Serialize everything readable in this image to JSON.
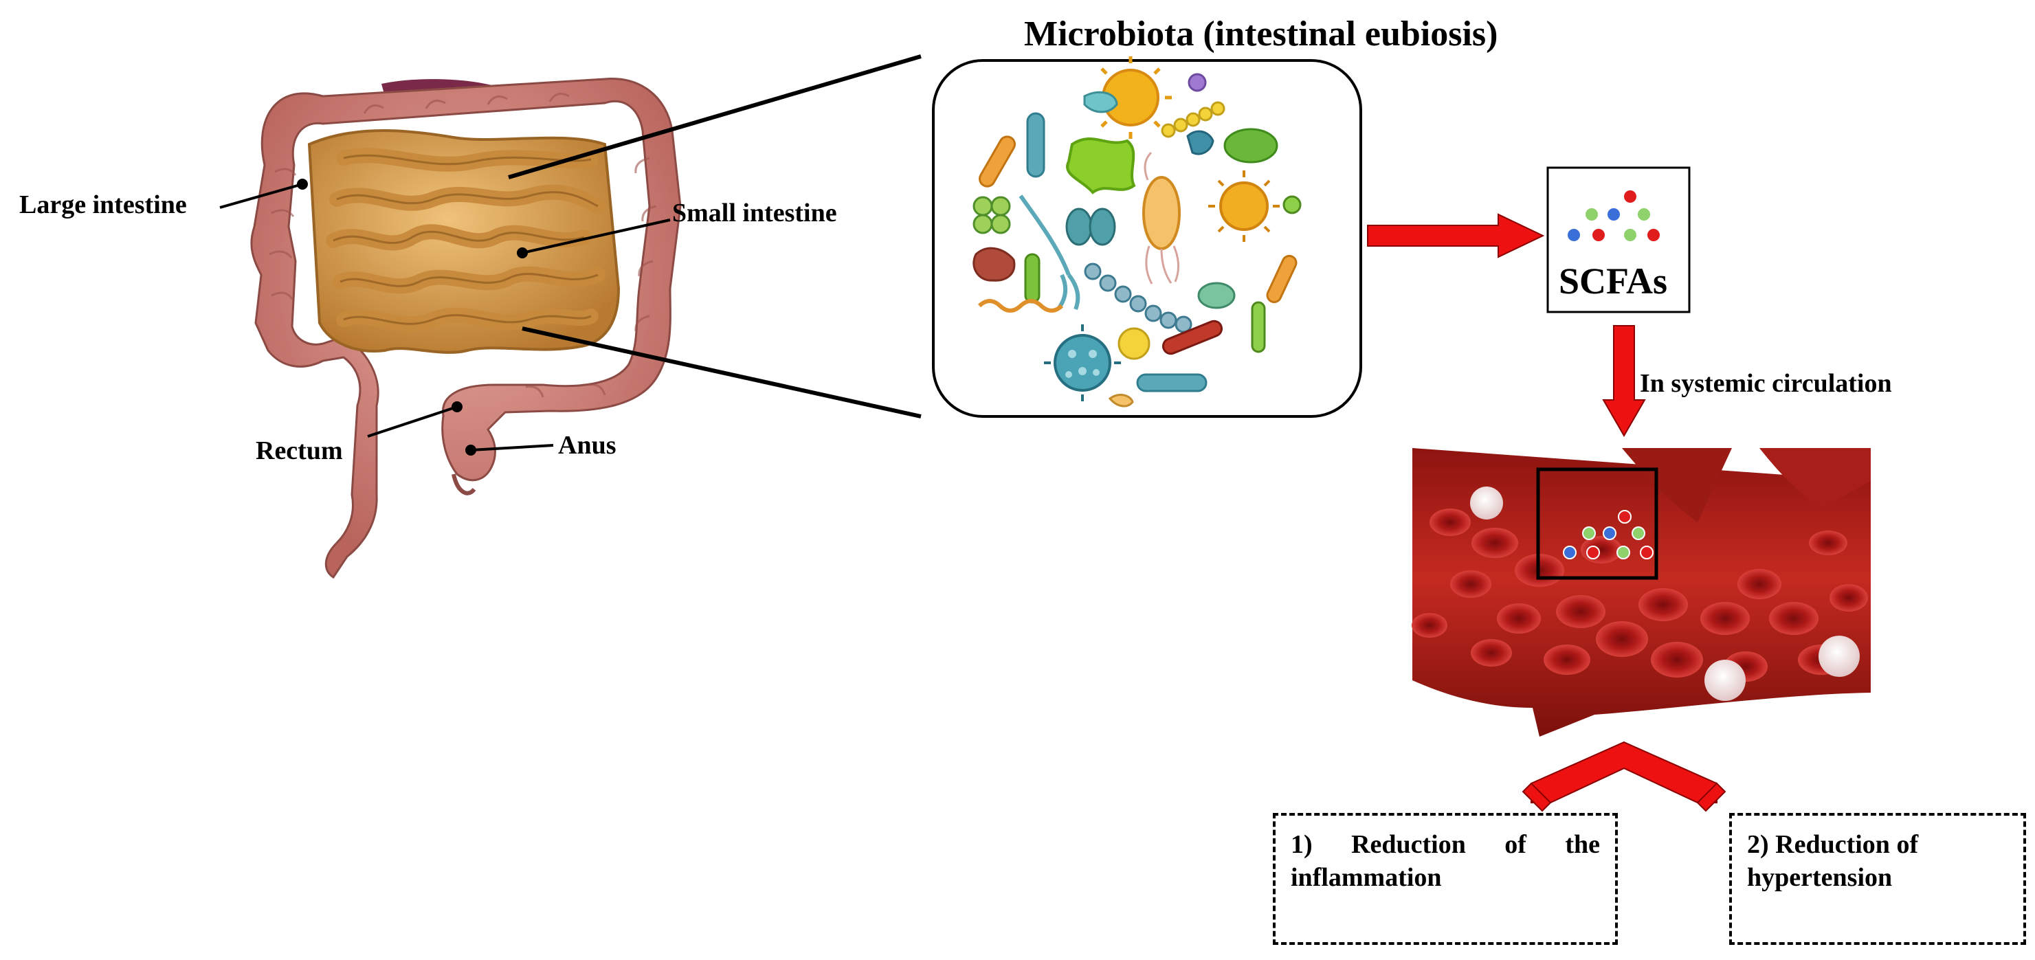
{
  "title": "Microbiota (intestinal eubiosis)",
  "labels": {
    "large_intestine": "Large intestine",
    "small_intestine": "Small intestine",
    "rectum": "Rectum",
    "anus": "Anus"
  },
  "scfa_label": "SCFAs",
  "circulation_label": "In systemic circulation",
  "outcomes": [
    "1) Reduction of the inflammation",
    "2) Reduction of hypertension"
  ],
  "colors": {
    "arrow": "#ee1111",
    "large_intestine": "#d0837a",
    "small_intestine": "#d9a14f",
    "vessel": "#b52018",
    "scfa_dot_green": "#8fd16a",
    "scfa_dot_blue": "#3a6fd8",
    "scfa_dot_red": "#e01c1c"
  }
}
